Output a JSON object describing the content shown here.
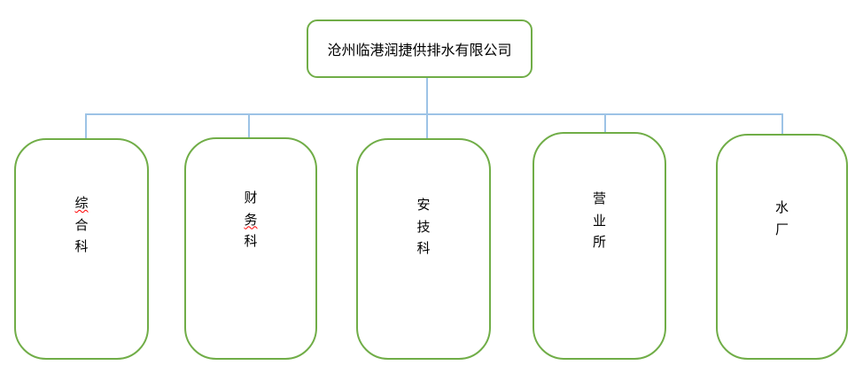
{
  "diagram": {
    "type": "org-chart",
    "colors": {
      "box_border_green": "#70AD47",
      "connector_blue": "#9DC3E6",
      "text_black": "#000000",
      "spellcheck_red": "#FF0000",
      "background": "#FFFFFF"
    },
    "root": {
      "label": "沧州临港润捷供排水有限公司"
    },
    "departments": [
      {
        "label": "综合科",
        "text_direction": "vertical",
        "spellcheck_marks": [
          0
        ]
      },
      {
        "label": "财务科",
        "text_direction": "vertical",
        "spellcheck_marks": [
          1
        ]
      },
      {
        "label": "安技科",
        "text_direction": "vertical",
        "spellcheck_marks": []
      },
      {
        "label": "营业所",
        "text_direction": "vertical",
        "spellcheck_marks": []
      },
      {
        "label": "水厂",
        "text_direction": "vertical",
        "spellcheck_marks": []
      }
    ]
  }
}
